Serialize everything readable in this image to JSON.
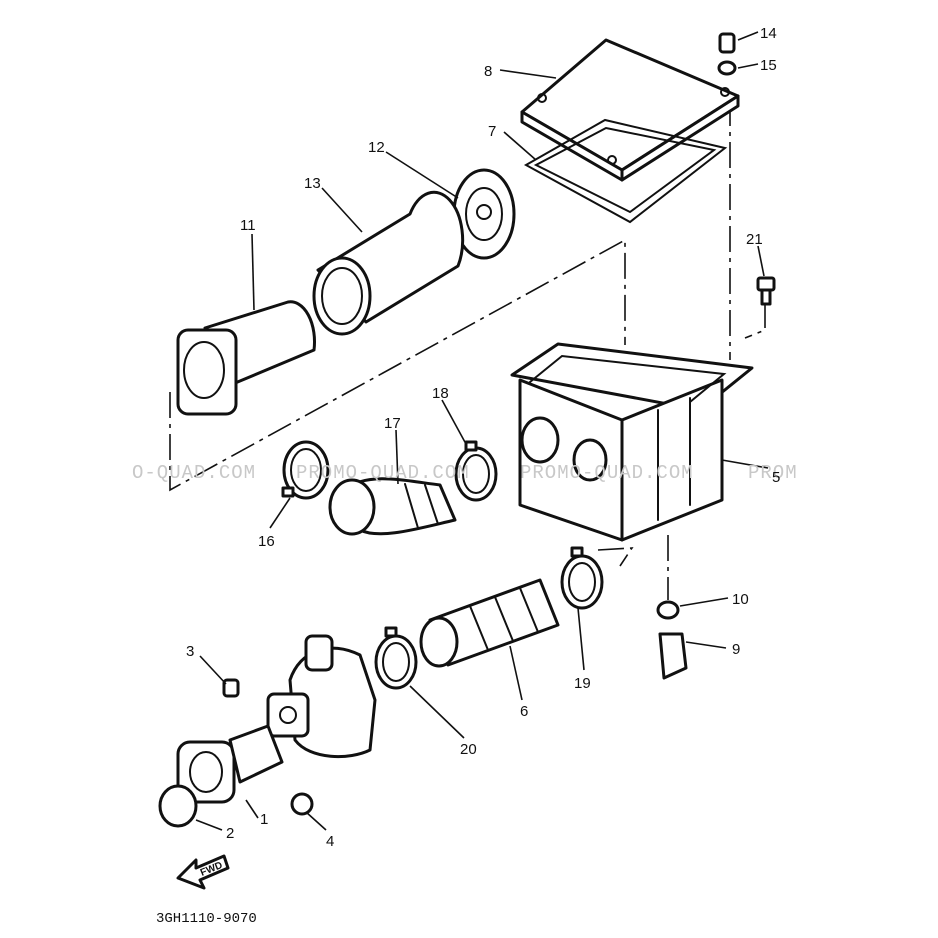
{
  "diagram": {
    "callouts": [
      {
        "id": "p1",
        "label": "1"
      },
      {
        "id": "p2",
        "label": "2"
      },
      {
        "id": "p3",
        "label": "3"
      },
      {
        "id": "p4",
        "label": "4"
      },
      {
        "id": "p5",
        "label": "5"
      },
      {
        "id": "p6",
        "label": "6"
      },
      {
        "id": "p7",
        "label": "7"
      },
      {
        "id": "p8",
        "label": "8"
      },
      {
        "id": "p9",
        "label": "9"
      },
      {
        "id": "p10",
        "label": "10"
      },
      {
        "id": "p11",
        "label": "11"
      },
      {
        "id": "p12",
        "label": "12"
      },
      {
        "id": "p13",
        "label": "13"
      },
      {
        "id": "p14",
        "label": "14"
      },
      {
        "id": "p15",
        "label": "15"
      },
      {
        "id": "p16",
        "label": "16"
      },
      {
        "id": "p17",
        "label": "17"
      },
      {
        "id": "p18",
        "label": "18"
      },
      {
        "id": "p19",
        "label": "19"
      },
      {
        "id": "p20",
        "label": "20"
      },
      {
        "id": "p21",
        "label": "21"
      }
    ],
    "watermarks": [
      "O-QUAD.COM",
      "PROMO-QUAD.COM",
      "PROMO-QUAD.COM",
      "PROM"
    ],
    "direction_marker": "FWD",
    "drawing_code": "3GH1110-9070",
    "line_color": "#111111",
    "watermark_color": "#c8c8c8"
  }
}
